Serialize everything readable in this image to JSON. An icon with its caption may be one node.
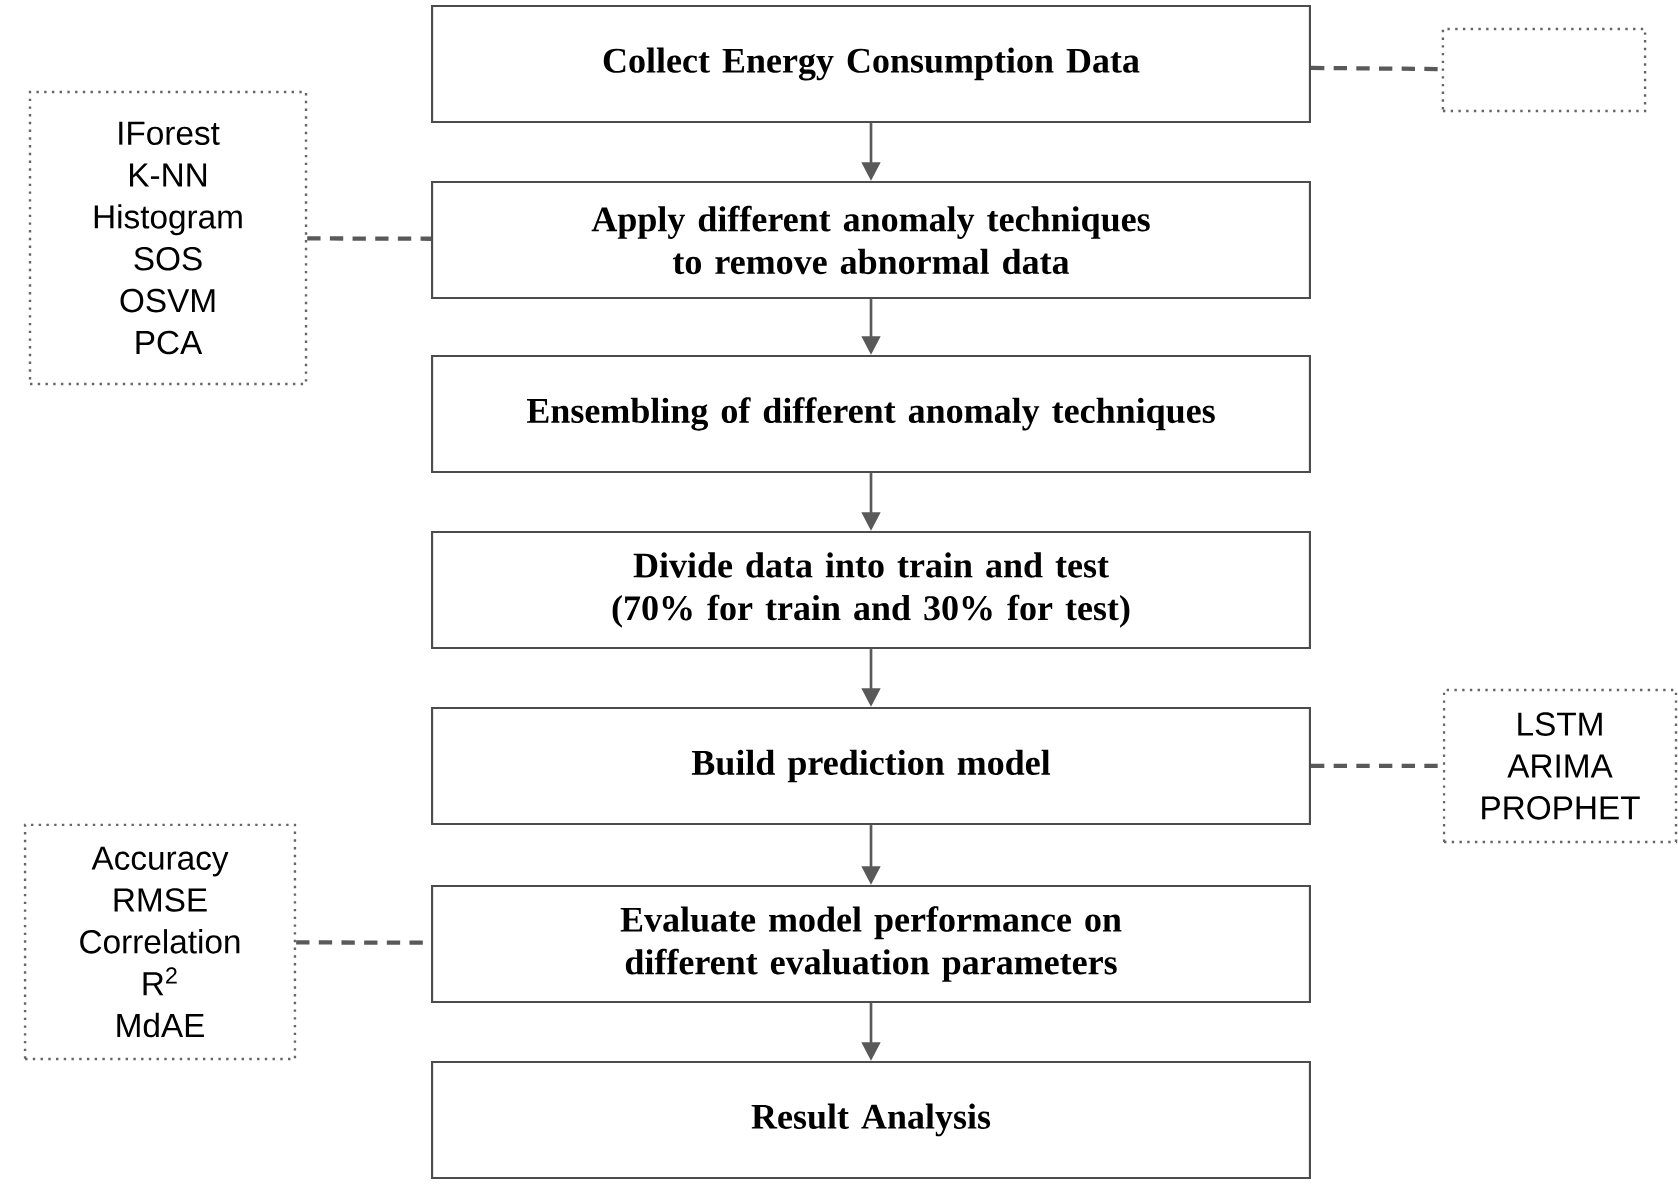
{
  "diagram": {
    "nodes": [
      {
        "text": [
          "Collect Energy Consumption Data"
        ]
      },
      {
        "text": [],
        "shape": "box"
      },
      {
        "text": [
          "IForest",
          "K-NN",
          "Histogram",
          "SOS",
          "OSVM",
          "PCA"
        ]
      },
      {
        "text": [
          "Apply different anomaly techniques to remove abnormal data"
        ]
      },
      {
        "text": [
          "Ensembling of different anomaly techniques"
        ]
      },
      {
        "text": [
          "Divide data into train and test (70% for train and 30% for test)"
        ]
      },
      {
        "text": [
          "Build prediction model"
        ]
      },
      {
        "text": [
          "LSTM",
          "ARIMA",
          "PROPHET"
        ]
      },
      {
        "text": [
          "Accuracy",
          "RMSE",
          "Correlation",
          "R$^{2}$",
          "MdAE"
        ]
      },
      {
        "text": [
          "Evaluate model performance on different evaluation parameters"
        ]
      },
      {
        "text": [
          "Result Analysis"
        ]
      }
    ],
    "edges": [
      {
        "from": 0,
        "to": 3,
        "arrow": "to"
      },
      {
        "from": 3,
        "to": 4,
        "arrow": "to"
      },
      {
        "from": 4,
        "to": 5,
        "arrow": "to"
      },
      {
        "from": 5,
        "to": 6,
        "arrow": "to"
      },
      {
        "from": 6,
        "to": 9,
        "arrow": "to"
      },
      {
        "from": 9,
        "to": 10,
        "arrow": "to"
      },
      {
        "from": 0,
        "to": 1,
        "arrow": "none",
        "style": "dashed"
      },
      {
        "from": 2,
        "to": 3,
        "arrow": "none",
        "style": "dashed"
      },
      {
        "from": 6,
        "to": 7,
        "arrow": "none",
        "style": "dashed"
      },
      {
        "from": 8,
        "to": 9,
        "arrow": "none",
        "style": "dashed"
      }
    ]
  }
}
